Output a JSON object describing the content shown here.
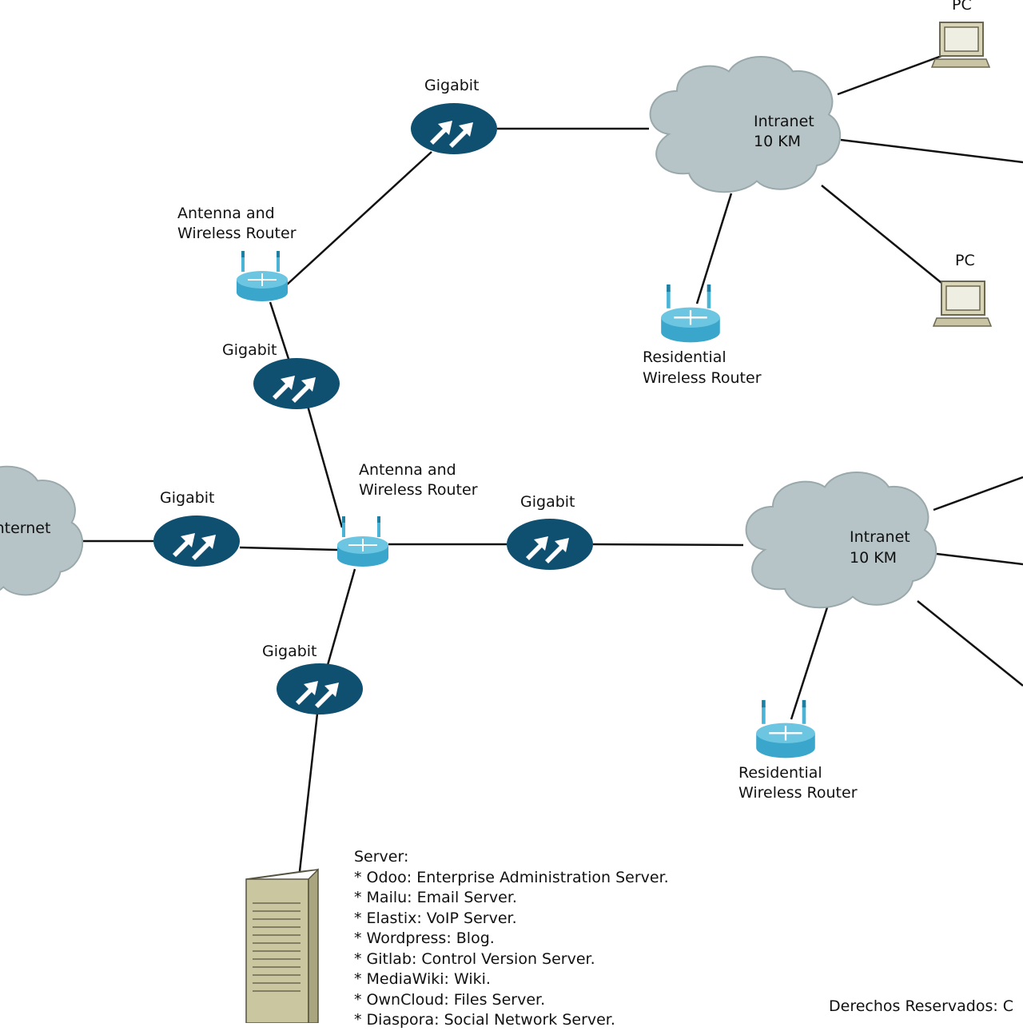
{
  "labels": {
    "pc": "PC",
    "gigabit": "Gigabit",
    "antenna_line1": "Antenna and",
    "antenna_line2": "Wireless Router",
    "intranet_line1": "Intranet",
    "intranet_line2": "10 KM",
    "residential_line1": "Residential",
    "residential_line2": "Wireless Router",
    "internet": "Internet"
  },
  "server": {
    "title": "Server:",
    "items": [
      "* Odoo: Enterprise Administration Server.",
      "* Mailu: Email Server.",
      "* Elastix: VoIP Server.",
      "* Wordpress: Blog.",
      "* Gitlab: Control Version Server.",
      "* MediaWiki: Wiki.",
      "* OwnCloud: Files Server.",
      "* Diaspora: Social Network Server."
    ]
  },
  "copyright": "Derechos Reservados: C",
  "colors": {
    "gigabit_fill": "#0f4f70",
    "router_fill": "#4ab3d6",
    "cloud_fill": "#b7c4c7",
    "cloud_stroke": "#98a8ab",
    "pc_fill": "#d8d5b8",
    "server_fill": "#c9c6a0"
  }
}
